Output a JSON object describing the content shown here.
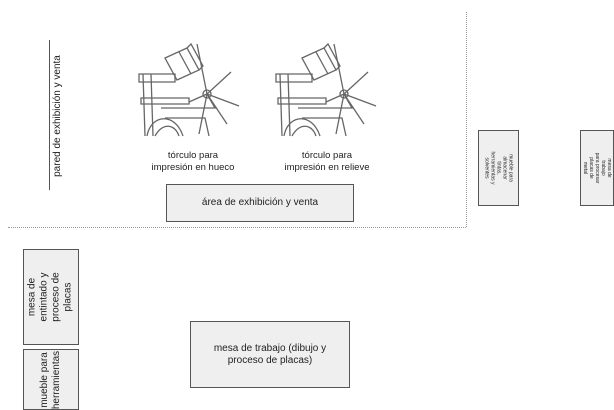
{
  "labels": {
    "wall": "pared de exhibición y venta",
    "press_intaglio": "tórculo para\nimpresión en hueco",
    "press_relief": "tórculo para\nimpresión en relieve",
    "exhibit_area": "área de exhibición y venta",
    "inking_table": "mesa de\nentintado y\nproceso de\nplacas",
    "tools_furniture": "mueble para\nherramientas",
    "work_table": "mesa de trabajo (dibujo y\nproceso de placas)",
    "right_box_1": "mueble para almacenar\ntintas, herramientas y\nsolventes",
    "right_box_2": "mesa de trabajo\npara procesar\nplacas de metal"
  },
  "icons": {
    "press": "printing-press-icon"
  }
}
